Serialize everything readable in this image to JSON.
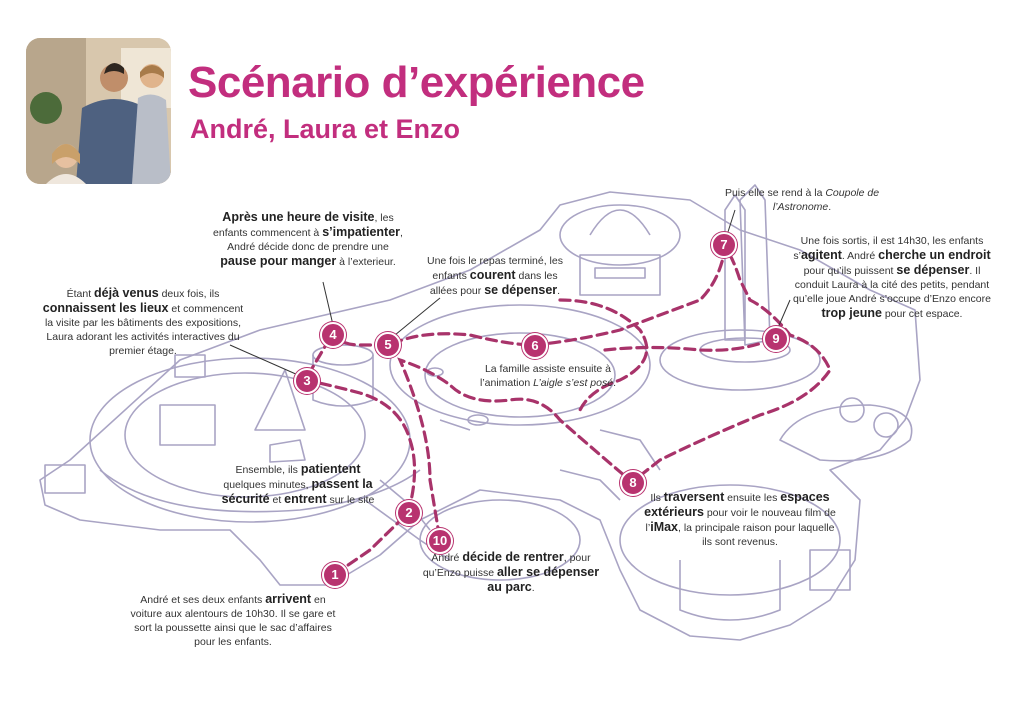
{
  "header": {
    "title": "Scénario d’expérience",
    "subtitle": "André, Laura et Enzo"
  },
  "colors": {
    "accent": "#c22e7e",
    "route": "#a8336a",
    "outline": "#a9a4c4"
  },
  "steps": [
    {
      "num": "1",
      "parts": [
        {
          "t": "André et ses deux enfants "
        },
        {
          "t": "arrivent",
          "b": true
        },
        {
          "t": " en voiture aux alentours de 10h30. Il se gare et sort la poussette ainsi que le sac d’affaires pour les enfants."
        }
      ]
    },
    {
      "num": "2",
      "parts": [
        {
          "t": "Ensemble, ils "
        },
        {
          "t": "patientent",
          "b": true
        },
        {
          "t": " quelques minutes, "
        },
        {
          "t": "passent la sécurité",
          "b": true
        },
        {
          "t": " et "
        },
        {
          "t": "entrent",
          "b": true
        },
        {
          "t": " sur le site"
        }
      ]
    },
    {
      "num": "3",
      "parts": [
        {
          "t": "Étant "
        },
        {
          "t": "déjà venus",
          "b": true
        },
        {
          "t": " deux fois, ils "
        },
        {
          "t": "connaissent les lieux",
          "b": true
        },
        {
          "t": " et commencent la visite par les bâtiments des expositions, Laura adorant les activités interactives du premier étage."
        }
      ]
    },
    {
      "num": "4",
      "parts": [
        {
          "t": "Après une heure de visite",
          "b": true
        },
        {
          "t": ", les enfants commencent à "
        },
        {
          "t": "s’impatienter",
          "b": true
        },
        {
          "t": ", André décide donc de prendre une "
        },
        {
          "t": "pause pour manger",
          "b": true
        },
        {
          "t": " à l’exterieur."
        }
      ]
    },
    {
      "num": "5",
      "parts": [
        {
          "t": "Une fois le repas terminé, les enfants "
        },
        {
          "t": "courent",
          "b": true
        },
        {
          "t": " dans les allées pour "
        },
        {
          "t": "se dépenser",
          "b": true
        },
        {
          "t": "."
        }
      ]
    },
    {
      "num": "6",
      "parts": [
        {
          "t": "La famille assiste ensuite à l’animation "
        },
        {
          "t": "L’aigle s’est posé",
          "i": true
        },
        {
          "t": "."
        }
      ]
    },
    {
      "num": "7",
      "parts": [
        {
          "t": "Puis elle se rend à la "
        },
        {
          "t": "Coupole de l’Astronome",
          "i": true
        },
        {
          "t": "."
        }
      ]
    },
    {
      "num": "8",
      "parts": [
        {
          "t": "Ils "
        },
        {
          "t": "traversent",
          "b": true
        },
        {
          "t": " ensuite les "
        },
        {
          "t": "espaces extérieurs",
          "b": true
        },
        {
          "t": " pour voir le nouveau film de l’"
        },
        {
          "t": "iMax",
          "b": true
        },
        {
          "t": ", la principale raison pour laquelle ils sont revenus."
        }
      ]
    },
    {
      "num": "9",
      "parts": [
        {
          "t": "Une fois sortis, il est 14h30, les enfants s’"
        },
        {
          "t": "agitent",
          "b": true
        },
        {
          "t": ". André "
        },
        {
          "t": "cherche un endroit",
          "b": true
        },
        {
          "t": " pour qu’ils puissent "
        },
        {
          "t": "se dépenser",
          "b": true
        },
        {
          "t": ". Il conduit Laura à la cité des petits, pendant qu’elle joue André s’occupe d’Enzo encore "
        },
        {
          "t": "trop jeune",
          "b": true
        },
        {
          "t": " pour cet espace."
        }
      ]
    },
    {
      "num": "10",
      "parts": [
        {
          "t": "André "
        },
        {
          "t": "décide de rentrer",
          "b": true
        },
        {
          "t": ", pour qu’Enzo puisse "
        },
        {
          "t": "aller se dépenser au parc",
          "b": true
        },
        {
          "t": "."
        }
      ]
    }
  ]
}
